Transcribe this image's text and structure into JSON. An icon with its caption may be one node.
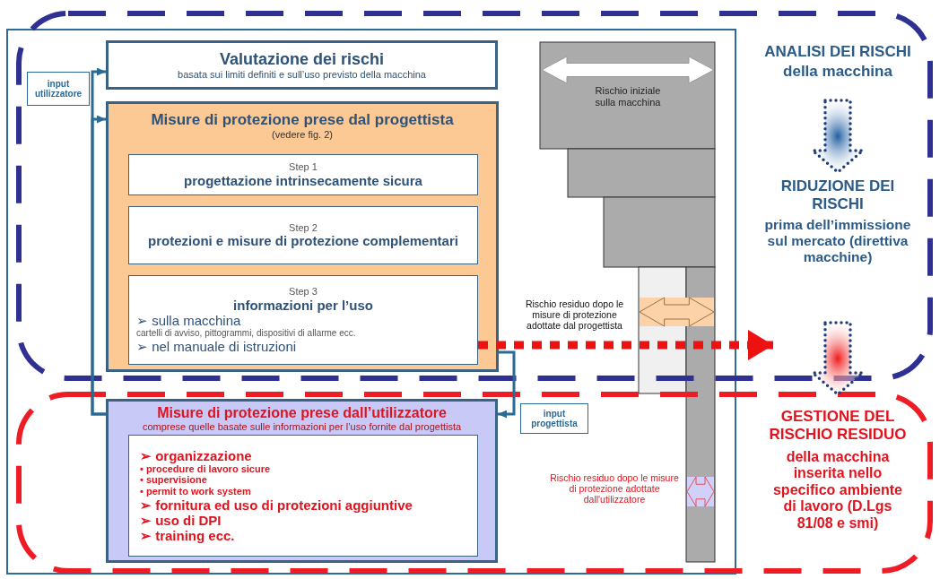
{
  "diagram": {
    "nodes": [
      {
        "text": [
          "ANALISI DEI RISCHI",
          "della macchina",
          "RIDUZIONE DEI RISCHI",
          "prima dell’immissione sul mercato (direttiva macchine)"
        ]
      },
      {
        "text": [
          "GESTIONE DEL RISCHIO RESIDUO",
          "della macchina inserita nello specifico ambiente di lavoro (D.Lgs 81/08 e smi)"
        ]
      },
      {
        "text": [
          "Valutazione dei rischi",
          "basata sui limiti definiti e sull’uso previsto della macchina"
        ],
        "in": 0
      },
      {
        "text": [
          "Misure di protezione prese dal progettista",
          "(vedere fig. 2)"
        ],
        "in": 0
      },
      {
        "text": [
          "Step 1",
          "progettazione intrinsecamente sicura"
        ],
        "in": 3
      },
      {
        "text": [
          "Step 2",
          "protezioni e misure di protezione complementari"
        ],
        "in": 3
      },
      {
        "text": [
          "Step 3",
          "informazioni per l’uso",
          "➢ sulla macchina",
          "cartelli di avviso, pittogrammi, dispositivi di allarme ecc.",
          "➢ nel manuale di istruzioni"
        ],
        "in": 3
      },
      {
        "text": [
          "Misure di protezione prese dall’utilizzatore",
          "comprese quelle basate sulle informazioni per l’uso fornite dal progettista"
        ],
        "in": 1
      },
      {
        "text": [
          "➢ organizzazione",
          "• procedure di lavoro sicure",
          "• supervisione",
          "• permit to work system",
          "➢ fornitura ed uso di protezioni aggiuntive",
          "➢ uso di DPI",
          "➢ training ecc."
        ],
        "in": 7
      }
    ],
    "edges": [
      {
        "from": 7,
        "to": 2,
        "arrow": "to",
        "label": "input utilizzatore"
      },
      {
        "from": 7,
        "to": 3,
        "arrow": "to"
      },
      {
        "from": 3,
        "to": 7,
        "arrow": "to",
        "label": "input progettista"
      },
      {
        "from": 6,
        "to": null,
        "arrow": "to",
        "style": "dashed",
        "color": "#ee1111"
      }
    ],
    "labels": [
      "Rischio iniziale sulla macchina",
      "Rischio residuo dopo le misure di protezione adottate dal progettista",
      "Rischio residuo dopo le misure di protezione adottate dall'utilizzatore"
    ]
  }
}
